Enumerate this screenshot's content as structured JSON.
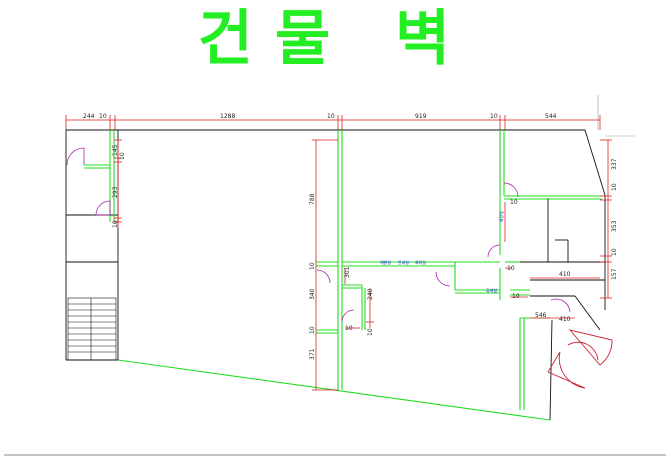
{
  "title": "건물 벽",
  "dimensions": {
    "top": [
      "244",
      "10",
      "1288",
      "10",
      "919",
      "10",
      "544"
    ],
    "right": [
      "337",
      "10",
      "353",
      "10",
      "157"
    ],
    "left": [
      "145",
      "10",
      "293",
      "10"
    ],
    "middle": [
      "788",
      "10",
      "301",
      "340",
      "240",
      "10",
      "10",
      "10",
      "371"
    ],
    "lower": [
      "10",
      "10",
      "10",
      "410",
      "546",
      "410"
    ]
  },
  "room_tags": [
    "개발실",
    "안내실",
    "회의실",
    "화장실",
    "휴게실"
  ],
  "colors": {
    "title": "#22ee22",
    "wall": "#22dd22",
    "dimension": "#dd2222",
    "door": "#aa22aa",
    "outline": "#111111",
    "tag": "#1020c0"
  }
}
